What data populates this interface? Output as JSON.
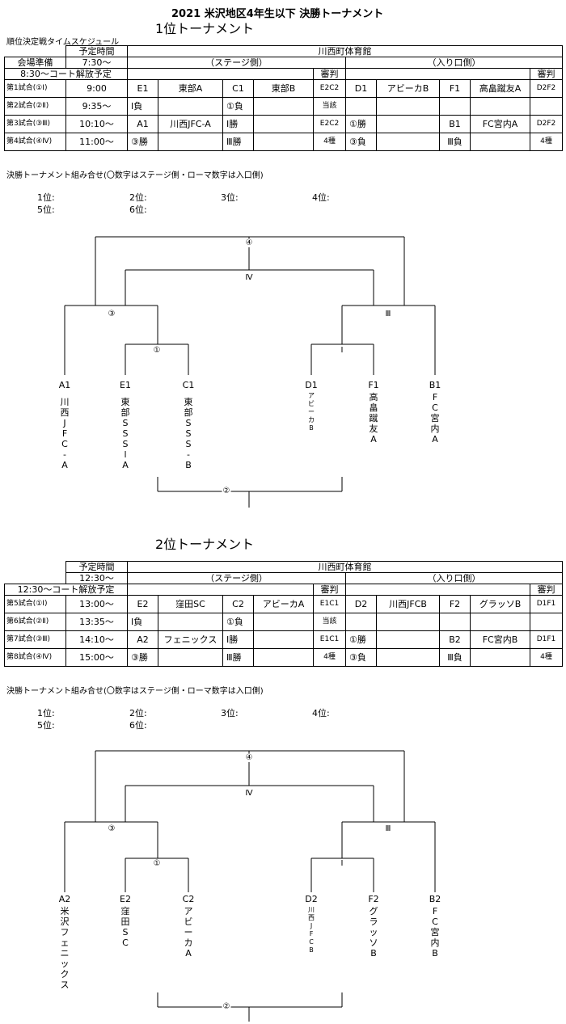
{
  "title": "2021 米沢地区4年生以下 決勝トーナメント",
  "tournaments": [
    {
      "heading": "1位トーナメント",
      "schedule_label": "順位決定戦タイムスケジュール",
      "venue": "川西町体育館",
      "planned_time_label": "予定時間",
      "stage_label": "（ステージ側）",
      "entrance_label": "（入り口側）",
      "referee_label": "審判",
      "prep_label": "会場準備",
      "prep_time": "7:30～",
      "open_court": "8:30～コート解放予定",
      "games": [
        {
          "name": "第1試合(①Ⅰ)",
          "time": "9:00",
          "c1": "E1",
          "c2": "東部A",
          "c3": "C1",
          "c4": "東部B",
          "ref1": "E2C2",
          "c5": "D1",
          "c6": "アビーカB",
          "c7": "F1",
          "c8": "高畠蹴友A",
          "ref2": "D2F2"
        },
        {
          "name": "第2試合(②Ⅱ)",
          "time": "9:35～",
          "c1": "Ⅰ負",
          "c2": "",
          "c3": "①負",
          "c4": "",
          "ref1": "当該",
          "c5": "",
          "c6": "",
          "c7": "",
          "c8": "",
          "ref2": ""
        },
        {
          "name": "第3試合(③Ⅲ)",
          "time": "10:10～",
          "c1": "A1",
          "c2": "川西JFC-A",
          "c3": "Ⅰ勝",
          "c4": "",
          "ref1": "E2C2",
          "c5": "①勝",
          "c6": "",
          "c7": "B1",
          "c8": "FC宮内A",
          "ref2": "D2F2"
        },
        {
          "name": "第4試合(④Ⅳ)",
          "time": "11:00～",
          "c1": "③勝",
          "c2": "",
          "c3": "Ⅲ勝",
          "c4": "",
          "ref1": "4種",
          "c5": "③負",
          "c6": "",
          "c7": "Ⅲ負",
          "c8": "",
          "ref2": "4種"
        }
      ],
      "combo_label": "決勝トーナメント組み合せ(〇数字はステージ側・ローマ数字は入口側)",
      "ranks": [
        "1位:",
        "2位:",
        "3位:",
        "4位:",
        "5位:",
        "6位:"
      ],
      "marks": {
        "m4": "④",
        "m4r": "Ⅳ",
        "m3": "③",
        "m3r": "Ⅲ",
        "m1": "①",
        "m1r": "Ⅰ",
        "m2": "②"
      },
      "teams": [
        {
          "code": "A1",
          "name": [
            "川",
            "西",
            "J",
            "F",
            "C",
            "-",
            "A"
          ]
        },
        {
          "code": "E1",
          "name": [
            "東",
            "部",
            "S",
            "S",
            "S",
            "l",
            "A"
          ]
        },
        {
          "code": "C1",
          "name": [
            "東",
            "部",
            "S",
            "S",
            "S",
            "-",
            "B"
          ]
        },
        {
          "code": "D1",
          "name": [
            "ア",
            "ビ",
            "ー",
            "カ",
            "B"
          ]
        },
        {
          "code": "F1",
          "name": [
            "高",
            "畠",
            "蹴",
            "友",
            "A"
          ]
        },
        {
          "code": "B1",
          "name": [
            "F",
            "C",
            "宮",
            "内",
            "A"
          ]
        }
      ]
    },
    {
      "heading": "2位トーナメント",
      "venue": "川西町体育館",
      "planned_time_label": "予定時間",
      "stage_label": "（ステージ側）",
      "entrance_label": "（入り口側）",
      "referee_label": "審判",
      "prep_time": "12:30～",
      "open_court": "12:30～コート解放予定",
      "games": [
        {
          "name": "第5試合(①Ⅰ)",
          "time": "13:00～",
          "c1": "E2",
          "c2": "窪田SC",
          "c3": "C2",
          "c4": "アビーカA",
          "ref1": "E1C1",
          "c5": "D2",
          "c6": "川西JFCB",
          "c7": "F2",
          "c8": "グラッソB",
          "ref2": "D1F1"
        },
        {
          "name": "第6試合(②Ⅱ)",
          "time": "13:35～",
          "c1": "Ⅰ負",
          "c2": "",
          "c3": "①負",
          "c4": "",
          "ref1": "当該",
          "c5": "",
          "c6": "",
          "c7": "",
          "c8": "",
          "ref2": ""
        },
        {
          "name": "第7試合(③Ⅲ)",
          "time": "14:10～",
          "c1": "A2",
          "c2": "フェニックス",
          "c3": "Ⅰ勝",
          "c4": "",
          "ref1": "E1C1",
          "c5": "①勝",
          "c6": "",
          "c7": "B2",
          "c8": "FC宮内B",
          "ref2": "D1F1"
        },
        {
          "name": "第8試合(④Ⅳ)",
          "time": "15:00～",
          "c1": "③勝",
          "c2": "",
          "c3": "Ⅲ勝",
          "c4": "",
          "ref1": "4種",
          "c5": "③負",
          "c6": "",
          "c7": "Ⅲ負",
          "c8": "",
          "ref2": "4種"
        }
      ],
      "combo_label": "決勝トーナメント組み合せ(〇数字はステージ側・ローマ数字は入口側)",
      "ranks": [
        "1位:",
        "2位:",
        "3位:",
        "4位:",
        "5位:",
        "6位:"
      ],
      "marks": {
        "m4": "④",
        "m4r": "Ⅳ",
        "m3": "③",
        "m3r": "Ⅲ",
        "m1": "①",
        "m1r": "Ⅰ",
        "m2": "②"
      },
      "teams": [
        {
          "code": "A2",
          "name": [
            "米",
            "沢",
            "フ",
            "ェ",
            "ニ",
            "ッ",
            "ク",
            "ス"
          ]
        },
        {
          "code": "E2",
          "name": [
            "窪",
            "田",
            "S",
            "C"
          ]
        },
        {
          "code": "C2",
          "name": [
            "ア",
            "ビ",
            "ー",
            "カ",
            "A"
          ]
        },
        {
          "code": "D2",
          "name": [
            "川",
            "西",
            "J",
            "F",
            "C",
            "B"
          ]
        },
        {
          "code": "F2",
          "name": [
            "グ",
            "ラ",
            "ッ",
            "ソ",
            "B"
          ]
        },
        {
          "code": "B2",
          "name": [
            "F",
            "C",
            "宮",
            "内",
            "B"
          ]
        }
      ]
    }
  ]
}
